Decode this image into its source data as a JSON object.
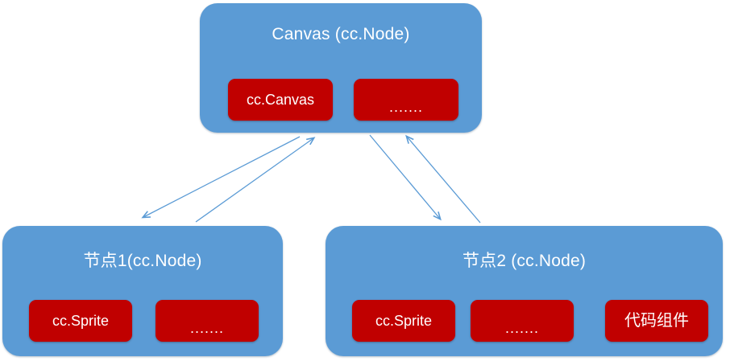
{
  "diagram": {
    "type": "hierarchy-diagram",
    "background_color": "#FFFFFF",
    "node_color": "#5B9BD5",
    "component_color": "#C00000",
    "arrow_color": "#5B9BD5",
    "text_color": "#FFFFFF"
  },
  "nodes": [
    {
      "id": "canvas",
      "title": "Canvas (cc.Node)",
      "components": [
        {
          "label": "cc.Canvas",
          "style": "text"
        },
        {
          "label": ".......",
          "style": "dots"
        }
      ]
    },
    {
      "id": "node1",
      "title": "节点1(cc.Node)",
      "components": [
        {
          "label": "cc.Sprite",
          "style": "text"
        },
        {
          "label": ".......",
          "style": "dots"
        }
      ]
    },
    {
      "id": "node2",
      "title": "节点2 (cc.Node)",
      "components": [
        {
          "label": "cc.Sprite",
          "style": "text"
        },
        {
          "label": ".......",
          "style": "dots"
        },
        {
          "label": "代码组件",
          "style": "cjk"
        }
      ]
    }
  ],
  "connections": [
    {
      "id": "canvas-to-node1",
      "from": "canvas",
      "to": "node1",
      "direction": "down-left"
    },
    {
      "id": "node1-to-canvas",
      "from": "node1",
      "to": "canvas",
      "direction": "up-right"
    },
    {
      "id": "canvas-to-node2",
      "from": "canvas",
      "to": "node2",
      "direction": "down-right"
    },
    {
      "id": "node2-to-canvas",
      "from": "node2",
      "to": "canvas",
      "direction": "up-left"
    }
  ]
}
